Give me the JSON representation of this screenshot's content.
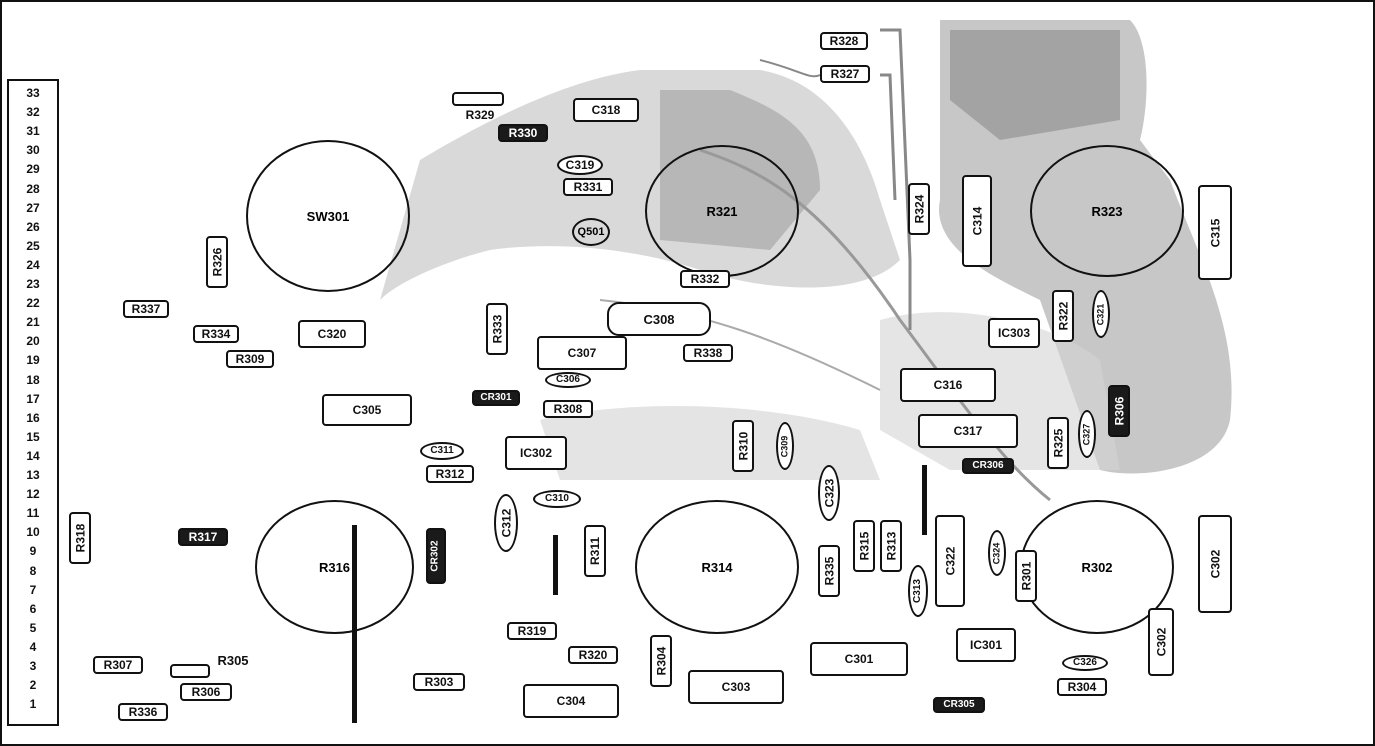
{
  "pin_numbers": [
    "33",
    "32",
    "31",
    "30",
    "29",
    "28",
    "27",
    "26",
    "25",
    "24",
    "23",
    "22",
    "21",
    "20",
    "19",
    "18",
    "17",
    "16",
    "15",
    "14",
    "13",
    "12",
    "11",
    "10",
    "9",
    "8",
    "7",
    "6",
    "5",
    "4",
    "3",
    "2",
    "1"
  ],
  "labels": {
    "sw301": "SW301",
    "r328": "R328",
    "r327": "R327",
    "r329": "R329",
    "r330": "R330",
    "c318": "C318",
    "c319": "C319",
    "r331": "R331",
    "q501": "Q501",
    "r321": "R321",
    "r324": "R324",
    "c314": "C314",
    "r323": "R323",
    "c315": "C315",
    "r332": "R332",
    "r326": "R326",
    "r337": "R337",
    "r334": "R334",
    "c320": "C320",
    "r309": "R309",
    "r333": "R333",
    "c308": "C308",
    "c307": "C307",
    "r338": "R338",
    "c306": "C306",
    "r322": "R322",
    "c321": "C321",
    "ic303": "IC303",
    "c316": "C316",
    "r306": "R306",
    "cr301": "CR301",
    "r308": "R308",
    "c305": "C305",
    "c317": "C317",
    "r310": "R310",
    "c309": "C309",
    "r325": "R325",
    "c327": "C327",
    "c311": "C311",
    "ic302": "IC302",
    "cr306": "CR306",
    "r312": "R312",
    "c310": "C310",
    "c323": "C323",
    "r318": "R318",
    "r317": "R317",
    "r316": "R316",
    "cr302": "CR302",
    "c312": "C312",
    "r311": "R311",
    "r314": "R314",
    "r315": "R315",
    "r313": "R313",
    "r335": "R335",
    "c313": "C313",
    "c322": "C322",
    "c324": "C324",
    "r301": "R301",
    "r302": "R302",
    "c302": "C302",
    "r319": "R319",
    "r304": "R304",
    "c301": "C301",
    "ic301": "IC301",
    "c326": "C326",
    "r307": "R307",
    "r305": "R305",
    "r320": "R320",
    "c302b": "C302",
    "r306b": "R306",
    "r303": "R303",
    "c304": "C304",
    "c303": "C303",
    "r304b": "R304",
    "r336": "R336",
    "cr305": "CR305"
  }
}
